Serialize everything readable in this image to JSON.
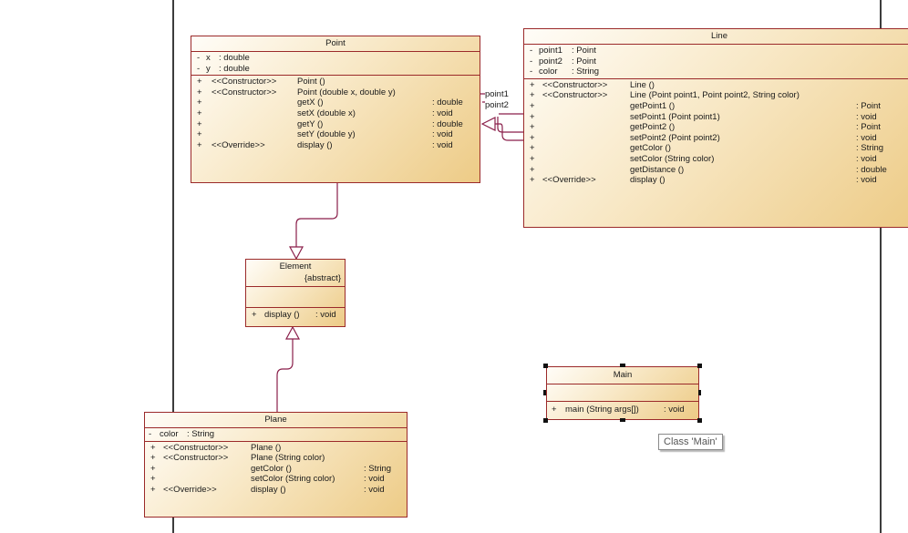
{
  "diagram": {
    "type": "UML class diagram",
    "colors": {
      "border": "#9b2a2a",
      "connector": "#8a1f4a",
      "fill_light": "#fffdf8",
      "fill_dark": "#edcb86"
    },
    "classes": {
      "point": {
        "name": "Point",
        "attributes": [
          {
            "vis": "-",
            "name": "x",
            "type": ": double"
          },
          {
            "vis": "-",
            "name": "y",
            "type": ": double"
          }
        ],
        "operations": [
          {
            "vis": "+",
            "stereo": "<<Constructor>>",
            "sig": "Point ()",
            "ret": ""
          },
          {
            "vis": "+",
            "stereo": "<<Constructor>>",
            "sig": "Point (double x, double y)",
            "ret": ""
          },
          {
            "vis": "+",
            "stereo": "",
            "sig": "getX ()",
            "ret": ": double"
          },
          {
            "vis": "+",
            "stereo": "",
            "sig": "setX (double x)",
            "ret": ": void"
          },
          {
            "vis": "+",
            "stereo": "",
            "sig": "getY ()",
            "ret": ": double"
          },
          {
            "vis": "+",
            "stereo": "",
            "sig": "setY (double y)",
            "ret": ": void"
          },
          {
            "vis": "+",
            "stereo": "<<Override>>",
            "sig": "display ()",
            "ret": ": void"
          }
        ]
      },
      "line": {
        "name": "Line",
        "attributes": [
          {
            "vis": "-",
            "name": "point1",
            "type": ": Point"
          },
          {
            "vis": "-",
            "name": "point2",
            "type": ": Point"
          },
          {
            "vis": "-",
            "name": "color",
            "type": ": String"
          }
        ],
        "operations": [
          {
            "vis": "+",
            "stereo": "<<Constructor>>",
            "sig": "Line ()",
            "ret": ""
          },
          {
            "vis": "+",
            "stereo": "<<Constructor>>",
            "sig": "Line (Point point1, Point point2, String color)",
            "ret": ""
          },
          {
            "vis": "+",
            "stereo": "",
            "sig": "getPoint1 ()",
            "ret": ": Point"
          },
          {
            "vis": "+",
            "stereo": "",
            "sig": "setPoint1 (Point point1)",
            "ret": ": void"
          },
          {
            "vis": "+",
            "stereo": "",
            "sig": "getPoint2 ()",
            "ret": ": Point"
          },
          {
            "vis": "+",
            "stereo": "",
            "sig": "setPoint2 (Point point2)",
            "ret": ": void"
          },
          {
            "vis": "+",
            "stereo": "",
            "sig": "getColor ()",
            "ret": ": String"
          },
          {
            "vis": "+",
            "stereo": "",
            "sig": "setColor (String color)",
            "ret": ": void"
          },
          {
            "vis": "+",
            "stereo": "",
            "sig": "getDistance ()",
            "ret": ": double"
          },
          {
            "vis": "+",
            "stereo": "<<Override>>",
            "sig": "display ()",
            "ret": ": void"
          }
        ]
      },
      "element": {
        "name": "Element",
        "constraint": "{abstract}",
        "operations": [
          {
            "vis": "+",
            "sig": "display ()",
            "ret": ": void"
          }
        ]
      },
      "plane": {
        "name": "Plane",
        "attributes": [
          {
            "vis": "-",
            "name": "color",
            "type": ": String"
          }
        ],
        "operations": [
          {
            "vis": "+",
            "stereo": "<<Constructor>>",
            "sig": "Plane ()",
            "ret": ""
          },
          {
            "vis": "+",
            "stereo": "<<Constructor>>",
            "sig": "Plane (String color)",
            "ret": ""
          },
          {
            "vis": "+",
            "stereo": "",
            "sig": "getColor ()",
            "ret": ": String"
          },
          {
            "vis": "+",
            "stereo": "",
            "sig": "setColor (String color)",
            "ret": ": void"
          },
          {
            "vis": "+",
            "stereo": "<<Override>>",
            "sig": "display ()",
            "ret": ": void"
          }
        ]
      },
      "main": {
        "name": "Main",
        "operations": [
          {
            "vis": "+",
            "sig": "main (String args[])",
            "ret": ": void"
          }
        ]
      }
    },
    "association_roles": {
      "role1": "point1",
      "role2": "point2"
    },
    "tooltip": "Class 'Main'",
    "selected_class": "Main"
  }
}
